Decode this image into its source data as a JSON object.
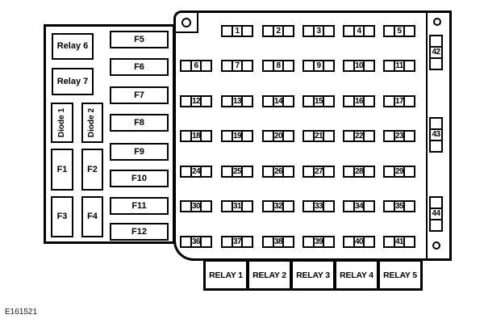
{
  "figure_code": "E161521",
  "colors": {
    "line": "#000000",
    "background": "#ffffff"
  },
  "left_panel": {
    "relays": [
      "Relay 6",
      "Relay 7"
    ],
    "diodes": [
      "Diode 1",
      "Diode 2"
    ],
    "small_fuses": [
      "F1",
      "F2",
      "F3",
      "F4"
    ],
    "large_fuses": [
      "F5",
      "F6",
      "F7",
      "F8",
      "F9",
      "F10",
      "F11",
      "F12"
    ]
  },
  "main_panel": {
    "fuse_rows": [
      [
        "1",
        "2",
        "3",
        "4",
        "5"
      ],
      [
        "6",
        "7",
        "8",
        "9",
        "10",
        "11"
      ],
      [
        "12",
        "13",
        "14",
        "15",
        "16",
        "17"
      ],
      [
        "18",
        "19",
        "20",
        "21",
        "22",
        "23"
      ],
      [
        "24",
        "25",
        "26",
        "27",
        "28",
        "29"
      ],
      [
        "30",
        "31",
        "32",
        "33",
        "34",
        "35"
      ],
      [
        "36",
        "37",
        "38",
        "39",
        "40",
        "41"
      ]
    ],
    "side_fuses": [
      "42",
      "43",
      "44"
    ],
    "bottom_relays": [
      "RELAY 1",
      "RELAY 2",
      "RELAY 3",
      "RELAY 4",
      "RELAY 5"
    ]
  }
}
